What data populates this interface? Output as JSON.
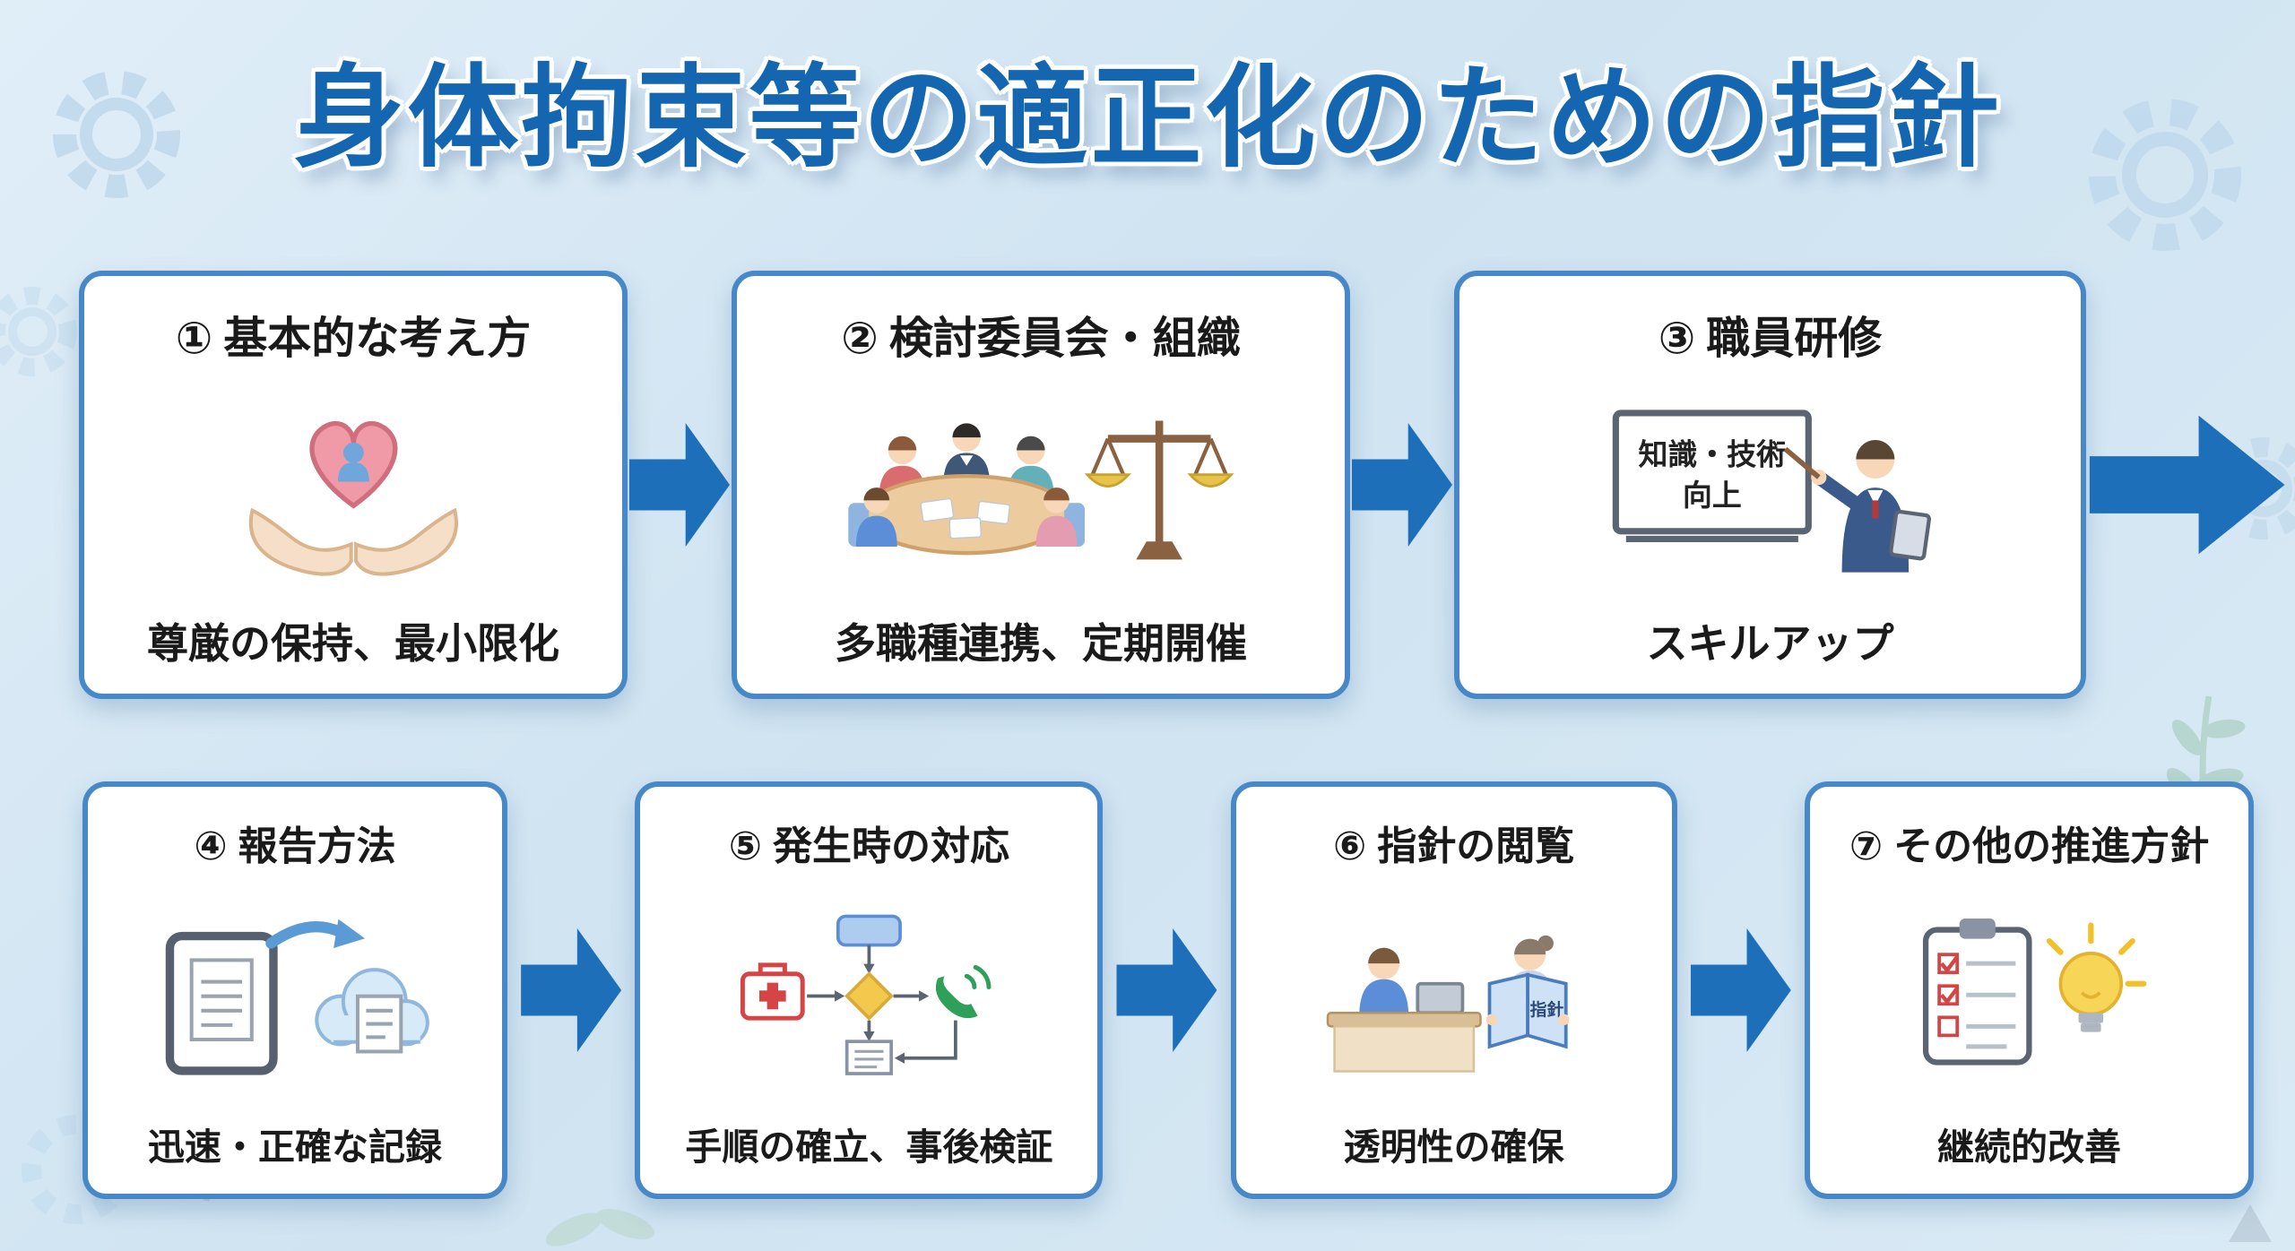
{
  "title": "身体拘束等の適正化のための指針",
  "colors": {
    "background": "#d6e7f3",
    "card_border": "#4688c8",
    "arrow": "#1d6fba",
    "title": "#1566b0"
  },
  "cards": [
    {
      "number": "①",
      "title": "基本的な考え方",
      "caption": "尊厳の保持、最小限化",
      "icon": "heart-in-hands-icon"
    },
    {
      "number": "②",
      "title": "検討委員会・組織",
      "caption": "多職種連携、定期開催",
      "icon": "committee-meeting-icon"
    },
    {
      "number": "③",
      "title": "職員研修",
      "caption": "スキルアップ",
      "icon": "staff-training-icon",
      "board_line1": "知識・技術",
      "board_line2": "向上"
    },
    {
      "number": "④",
      "title": "報告方法",
      "caption": "迅速・正確な記録",
      "icon": "report-upload-icon"
    },
    {
      "number": "⑤",
      "title": "発生時の対応",
      "caption": "手順の確立、事後検証",
      "icon": "response-flow-icon"
    },
    {
      "number": "⑥",
      "title": "指針の閲覧",
      "caption": "透明性の確保",
      "icon": "guideline-reading-icon",
      "book_label": "指針"
    },
    {
      "number": "⑦",
      "title": "その他の推進方針",
      "caption": "継続的改善",
      "icon": "checklist-idea-icon"
    }
  ]
}
